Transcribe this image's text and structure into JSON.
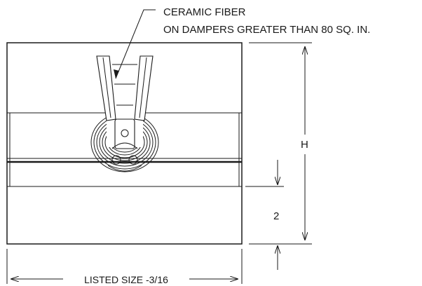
{
  "callout": {
    "line1": "CERAMIC FIBER",
    "line2": "ON DAMPERS GREATER THAN 80 SQ. IN."
  },
  "dimensions": {
    "height_label": "H",
    "offset_label": "2",
    "width_label": "LISTED SIZE -3/16"
  },
  "colors": {
    "line": "#1a1a1a",
    "background": "#ffffff"
  }
}
